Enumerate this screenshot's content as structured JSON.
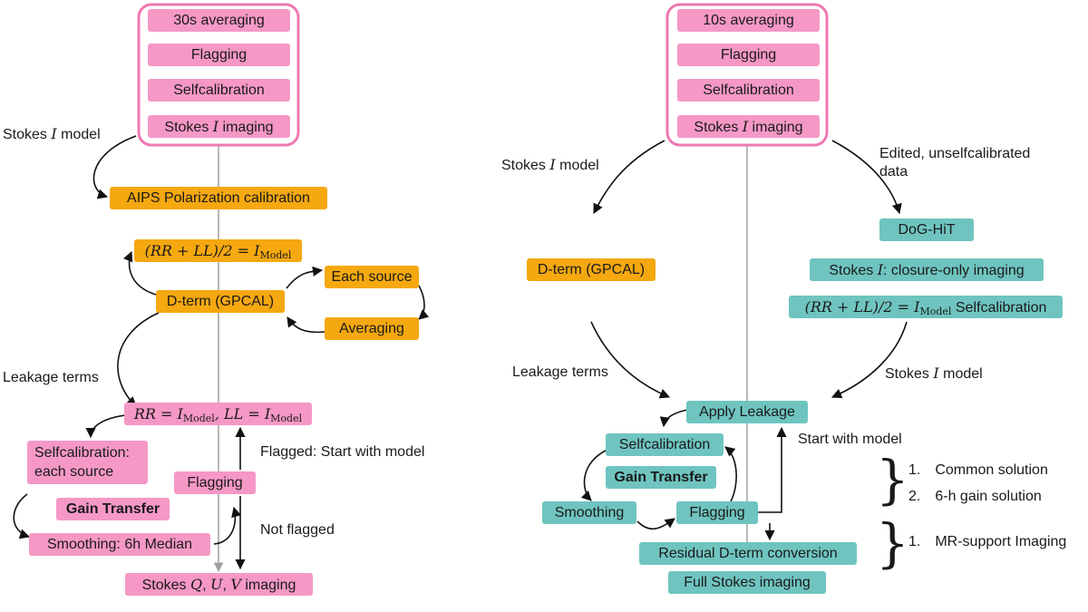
{
  "left": {
    "group": [
      "30s averaging",
      "Flagging",
      "Selfcalibration",
      "Stokes I imaging"
    ],
    "label_stokes_model": "Stokes I model",
    "aips": "AIPS Polarization calibration",
    "rrll": "(RR + LL)/2 = I_Model",
    "dterm": "D-term (GPCAL)",
    "each_source": "Each source",
    "averaging": "Averaging",
    "label_leakage": "Leakage terms",
    "rr_ll_model": "RR = I_Model, LL = I_Model",
    "selfcal_each": "Selfcalibration: each source",
    "gain_transfer": "Gain Transfer",
    "smoothing": "Smoothing: 6h Median",
    "flagging": "Flagging",
    "label_flagged": "Flagged: Start with model",
    "label_not_flagged": "Not flagged",
    "stokes_quv": "Stokes Q, U, V imaging"
  },
  "right": {
    "group": [
      "10s averaging",
      "Flagging",
      "Selfcalibration",
      "Stokes I imaging"
    ],
    "label_stokes_model": "Stokes I model",
    "label_edited": "Edited, unselfcalibrated data",
    "doghit": "DoG-HiT",
    "closure": "Stokes I: closure-only imaging",
    "rrll_selfcal": "(RR + LL)/2 = I_Model Selfcalibration",
    "dterm": "D-term (GPCAL)",
    "label_leakage": "Leakage terms",
    "label_stokes_model2": "Stokes I model",
    "apply_leakage": "Apply Leakage",
    "selfcal": "Selfcalibration",
    "gain_transfer": "Gain Transfer",
    "smoothing": "Smoothing",
    "flagging": "Flagging",
    "label_start_model": "Start with model",
    "residual": "Residual D-term conversion",
    "full_stokes": "Full Stokes imaging",
    "list1": [
      "1. Common solution",
      "2. 6-h gain solution"
    ],
    "list2": [
      "1. MR-support Imaging"
    ]
  },
  "colors": {
    "pink": "#f598c6",
    "orange": "#f5a80f",
    "teal": "#6fc4c0",
    "frame": "#ee78b2",
    "axis": "#a0a0a0"
  }
}
